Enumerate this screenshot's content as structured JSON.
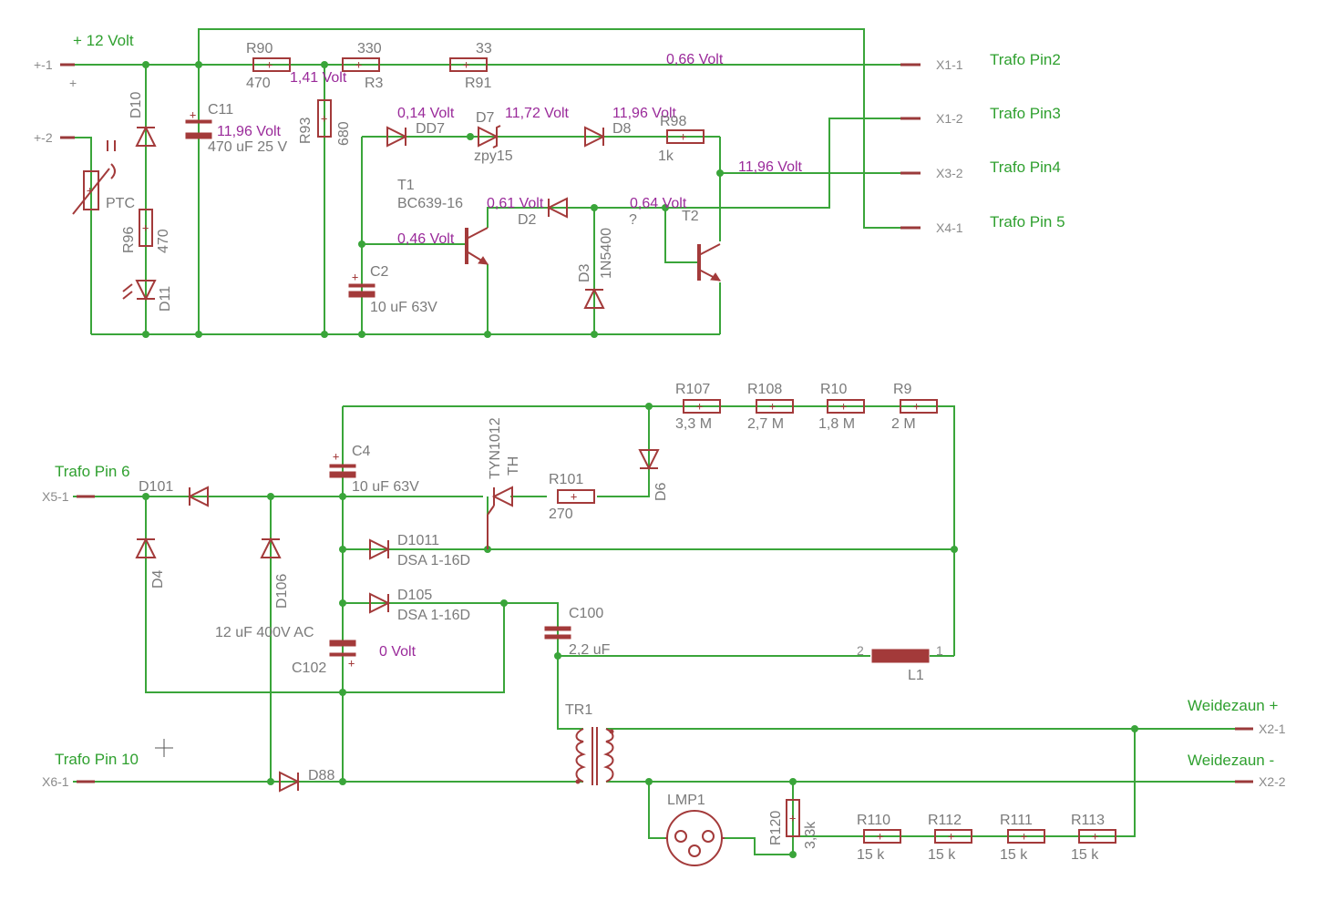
{
  "nets": [
    {
      "id": "n1",
      "label": "+ 12 Volt"
    },
    {
      "id": "n2",
      "label": "Trafo Pin2"
    },
    {
      "id": "n3",
      "label": "Trafo Pin3"
    },
    {
      "id": "n4",
      "label": "Trafo Pin4"
    },
    {
      "id": "n5",
      "label": "Trafo Pin 5"
    },
    {
      "id": "n6",
      "label": "Trafo Pin 6"
    },
    {
      "id": "n7",
      "label": "Trafo Pin 10"
    },
    {
      "id": "n8",
      "label": "Weidezaun +"
    },
    {
      "id": "n9",
      "label": "Weidezaun -"
    }
  ],
  "connectors": [
    "+-1",
    "+",
    "+-2",
    "X1-1",
    "X1-2",
    "X3-2",
    "X4-1",
    "X5-1",
    "X6-1",
    "X2-1",
    "X2-2"
  ],
  "voltages": [
    "1,41 Volt",
    "0,66 Volt",
    "11,96 Volt",
    "0,14 Volt",
    "11,72 Volt",
    "11,96 Volt",
    "11,96 Volt",
    "0,61 Volt",
    "0,64 Volt",
    "0,46 Volt",
    "0 Volt"
  ],
  "parts": [
    {
      "name": "R90",
      "value": "470"
    },
    {
      "name": "R3",
      "value": "330"
    },
    {
      "name": "R91",
      "value": "33"
    },
    {
      "name": "C11",
      "value": "470 uF 25 V"
    },
    {
      "name": "R93",
      "value": "680"
    },
    {
      "name": "D10",
      "value": ""
    },
    {
      "name": "PTC",
      "value": ""
    },
    {
      "name": "R96",
      "value": "470"
    },
    {
      "name": "D11",
      "value": ""
    },
    {
      "name": "DD7",
      "value": ""
    },
    {
      "name": "D7",
      "value": "zpy15"
    },
    {
      "name": "D8",
      "value": ""
    },
    {
      "name": "R98",
      "value": "1k"
    },
    {
      "name": "T1",
      "value": "BC639-16"
    },
    {
      "name": "D2",
      "value": ""
    },
    {
      "name": "D3",
      "value": "1N5400"
    },
    {
      "name": "T2",
      "value": "?"
    },
    {
      "name": "C2",
      "value": "10 uF 63V"
    },
    {
      "name": "R107",
      "value": "3,3 M"
    },
    {
      "name": "R108",
      "value": "2,7 M"
    },
    {
      "name": "R10",
      "value": "1,8 M"
    },
    {
      "name": "R9",
      "value": "2 M"
    },
    {
      "name": "C4",
      "value": "10 uF 63V"
    },
    {
      "name": "TYN1012",
      "value": "TH"
    },
    {
      "name": "R101",
      "value": "270"
    },
    {
      "name": "D6",
      "value": ""
    },
    {
      "name": "D101",
      "value": ""
    },
    {
      "name": "D4",
      "value": ""
    },
    {
      "name": "D106",
      "value": ""
    },
    {
      "name": "D1011",
      "value": "DSA 1-16D"
    },
    {
      "name": "D105",
      "value": "DSA 1-16D"
    },
    {
      "name": "C102",
      "value": "12 uF 400V AC"
    },
    {
      "name": "C100",
      "value": "2,2 uF"
    },
    {
      "name": "L1",
      "value": ""
    },
    {
      "name": "TR1",
      "value": ""
    },
    {
      "name": "D88",
      "value": ""
    },
    {
      "name": "LMP1",
      "value": ""
    },
    {
      "name": "R120",
      "value": "3,3k"
    },
    {
      "name": "R110",
      "value": "15 k"
    },
    {
      "name": "R112",
      "value": "15 k"
    },
    {
      "name": "R111",
      "value": "15 k"
    },
    {
      "name": "R113",
      "value": "15 k"
    }
  ],
  "pin_numbers": [
    "2",
    "1"
  ],
  "colors": {
    "wire": "#3aa53a",
    "part": "#a33a3a",
    "label": "#7a7a7a",
    "net": "#2fa02f",
    "voltage": "#9a2a9a"
  }
}
